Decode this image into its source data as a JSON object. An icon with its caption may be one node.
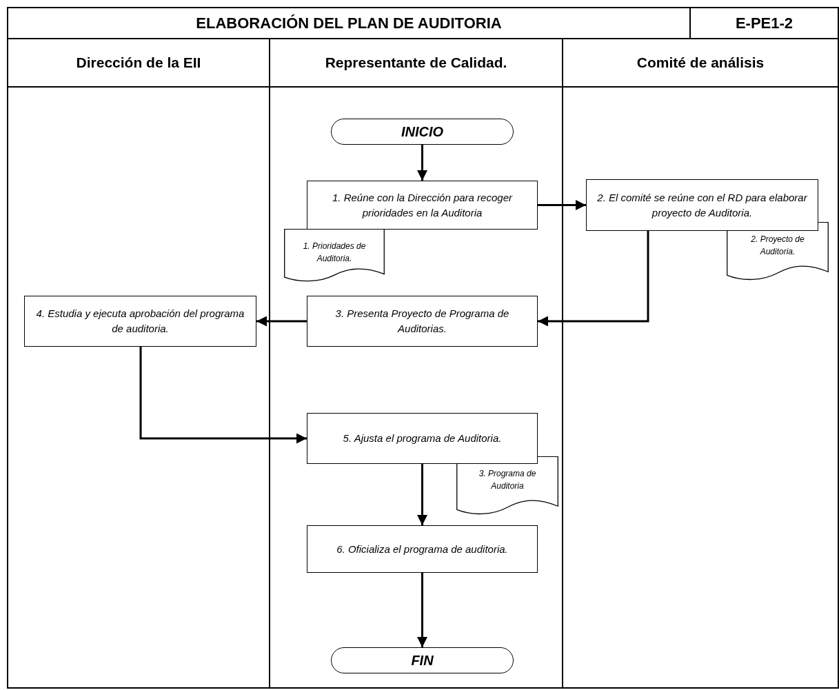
{
  "diagram": {
    "title": "ELABORACIÓN DEL PLAN DE AUDITORIA",
    "nodes": [
      {
        "text": [
          "Dirección de la EII"
        ]
      },
      {
        "text": [
          "Representante de Calidad."
        ]
      },
      {
        "text": [
          "Comité de análisis"
        ]
      },
      {
        "text": [
          "INICIO"
        ],
        "in": 1
      },
      {
        "text": [
          "1. Reúne con la Dirección para recoger prioridades en la Auditoria"
        ],
        "in": 1
      },
      {
        "text": [
          "1. Prioridades de Auditoria."
        ],
        "in": 1
      },
      {
        "text": [
          "2. El comité se reúne con el RD para elaborar proyecto de Auditoria."
        ],
        "in": 2
      },
      {
        "text": [
          "2. Proyecto de Auditoria."
        ],
        "in": 2
      },
      {
        "text": [
          "3. Presenta Proyecto de Programa de Auditorias."
        ],
        "in": 1
      },
      {
        "text": [
          "4. Estudia y ejecuta aprobación del programa de auditoria."
        ],
        "in": 0
      },
      {
        "text": [
          "5. Ajusta el programa de Auditoria."
        ],
        "in": 1
      },
      {
        "text": [
          "3. Programa de Auditoria"
        ],
        "in": 1
      },
      {
        "text": [
          "6. Oficializa el programa de auditoria."
        ],
        "in": 1
      },
      {
        "text": [
          "FIN"
        ],
        "in": 1
      }
    ],
    "edges": [
      {
        "from": 3,
        "to": 4,
        "arrow": "to"
      },
      {
        "from": 4,
        "to": 6,
        "arrow": "to"
      },
      {
        "from": 6,
        "to": 8,
        "arrow": "to"
      },
      {
        "from": 8,
        "to": 9,
        "arrow": "to"
      },
      {
        "from": 9,
        "to": 10,
        "arrow": "to"
      },
      {
        "from": 10,
        "to": 12,
        "arrow": "to"
      },
      {
        "from": 12,
        "to": 13,
        "arrow": "to"
      }
    ],
    "labels": [
      "E-PE1-2"
    ]
  }
}
